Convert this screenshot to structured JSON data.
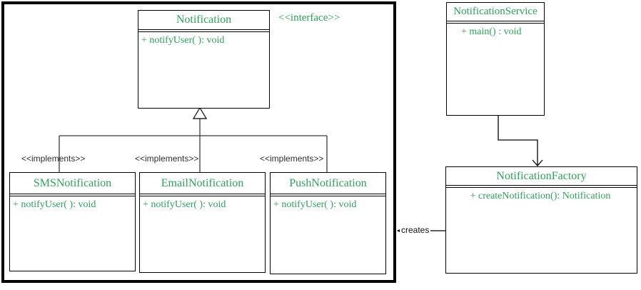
{
  "diagram": {
    "interface": {
      "title": "Notification",
      "stereotype": "<<interface>>",
      "method": "+ notifyUser( ): void"
    },
    "implementations": [
      {
        "title": "SMSNotification",
        "method": "+ notifyUser( ): void"
      },
      {
        "title": "EmailNotification",
        "method": "+ notifyUser(  ): void"
      },
      {
        "title": "PushNotification",
        "method": "+ notifyUser( ): void"
      }
    ],
    "service": {
      "title": "NotificationService",
      "method": "+ main() : void"
    },
    "factory": {
      "title": "NotificationFactory",
      "method": "+ createNotification(): Notification"
    },
    "labels": {
      "implements": "<<implements>>",
      "creates": "creates"
    },
    "colors": {
      "class_text_green": "#2FA05A",
      "line_black": "#000000",
      "label_dark": "#2D2D2D"
    }
  }
}
